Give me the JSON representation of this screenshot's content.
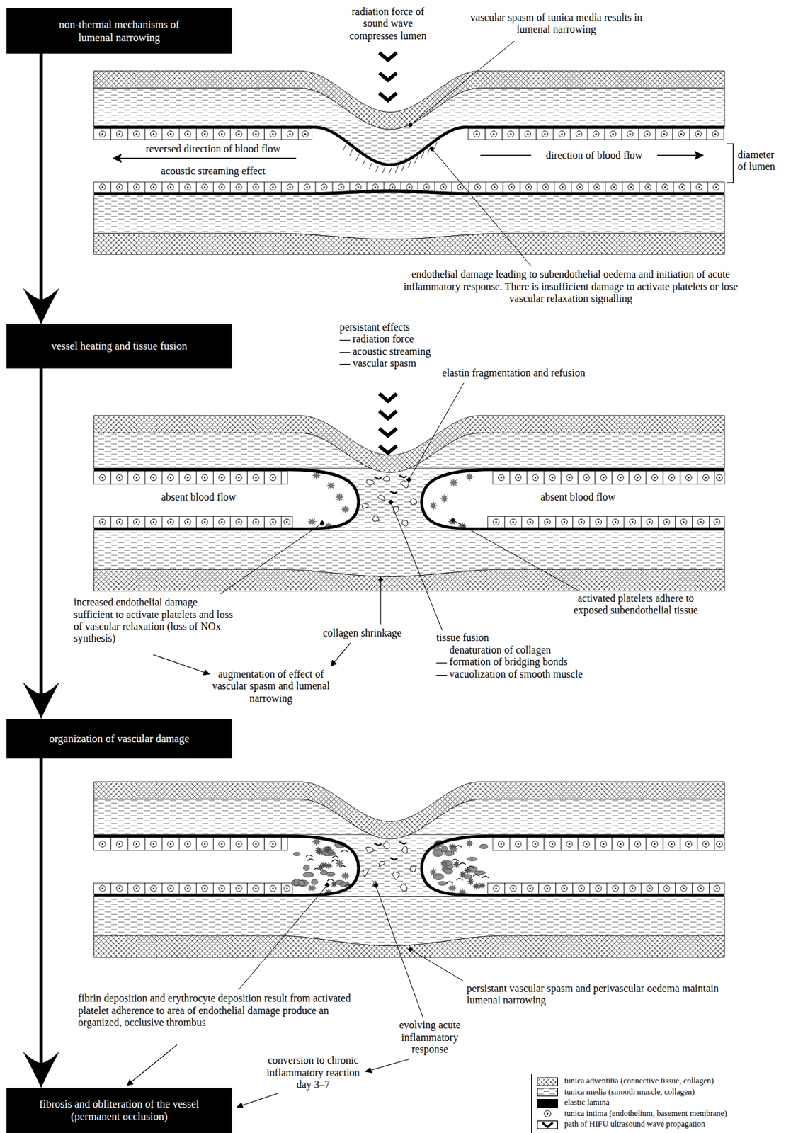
{
  "diagram": {
    "nodes": [
      {
        "text": [
          "non-thermal mechanisms of lumenal narrowing"
        ]
      },
      {
        "text": [
          "vessel heating and tissue fusion"
        ]
      },
      {
        "text": [
          "organization of vascular damage"
        ]
      },
      {
        "text": [
          "fibrosis and obliteration of the vessel (permanent occlusion)"
        ]
      }
    ],
    "edges": [
      {
        "from": 0,
        "to": 1,
        "arrow": "to"
      },
      {
        "from": 1,
        "to": 2,
        "arrow": "to"
      },
      {
        "from": 2,
        "to": 3,
        "arrow": "to"
      }
    ],
    "labels": [
      "radiation force of sound wave compresses lumen",
      "vascular spasm of tunica media results in lumenal narrowing",
      "reversed direction of blood flow",
      "acoustic streaming effect",
      "direction of blood flow",
      "diameter of lumen",
      "endothelial damage leading to subendothelial oedema and initiation of acute inflammatory response. There is insufficient damage to activate platelets or lose vascular relaxation signalling",
      "persistant effects — radiation force — acoustic streaming — vascular spasm",
      "elastin fragmentation and refusion",
      "absent blood flow",
      "absent blood flow",
      "increased endothelial damage sufficient to activate platelets and loss of vascular relaxation (loss of NOx synthesis)",
      "collagen shrinkage",
      "tissue fusion — denaturation of collagen — formation of bridging bonds — vacuolization of smooth muscle",
      "activated platelets adhere to exposed subendothelial tissue",
      "augmentation of effect of vascular spasm and lumenal narrowing",
      "fibrin deposition and erythrocyte deposition result from activated platelet adherence to area of endothelial damage produce an organized, occlusive thrombus",
      "persistant vascular spasm and perivascular oedema maintain lumenal narrowing",
      "evolving acute inflammatory response",
      "conversion to chronic inflammatory reaction day 3–7"
    ],
    "legend": [
      {
        "text": "tunica adventitia (connective tissue, collagen)"
      },
      {
        "text": "tunica media (smooth muscle, collagen)"
      },
      {
        "text": "elastic lamina",
        "color": "#000000"
      },
      {
        "text": "tunica intima (endothelium, basement membrane)"
      },
      {
        "text": "path of HIFU ultrasound wave propagation"
      }
    ]
  }
}
